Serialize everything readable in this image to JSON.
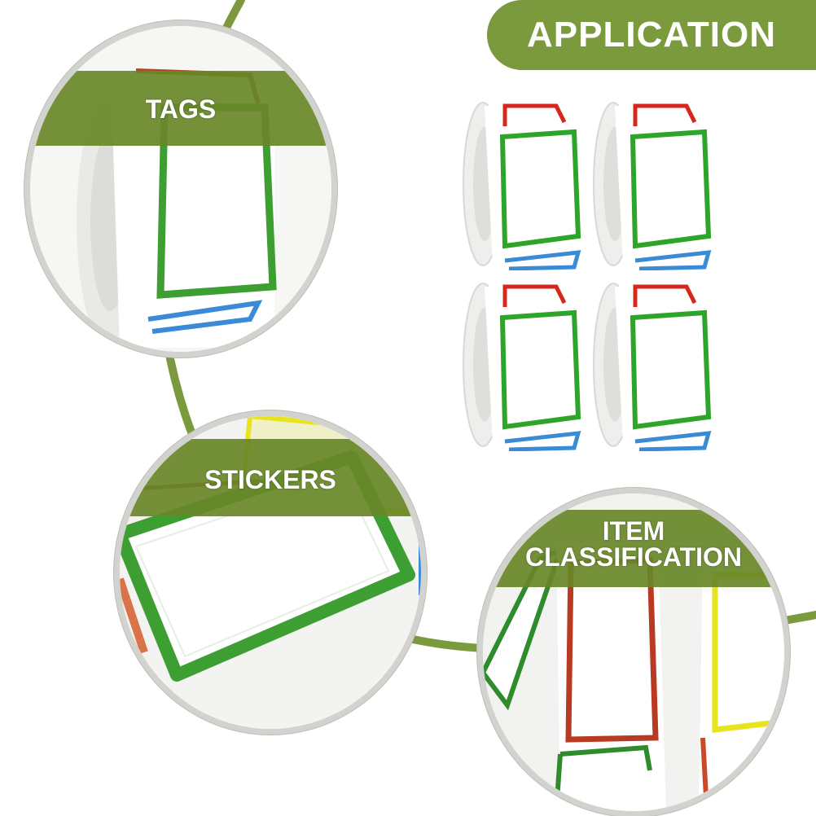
{
  "header": {
    "title": "APPLICATION"
  },
  "circles": {
    "tags": {
      "label": "TAGS"
    },
    "stickers": {
      "label": "STICKERS"
    },
    "item": {
      "line1": "ITEM",
      "line2": "CLASSIFICATION"
    }
  },
  "colors": {
    "accent": "#7b9a3e",
    "band": "#688728",
    "label_red": "#d7261c",
    "label_green": "#2ca52a",
    "label_blue": "#3a8ad6",
    "label_yellow": "#e7e41f"
  },
  "rolls": {
    "count": 4
  }
}
